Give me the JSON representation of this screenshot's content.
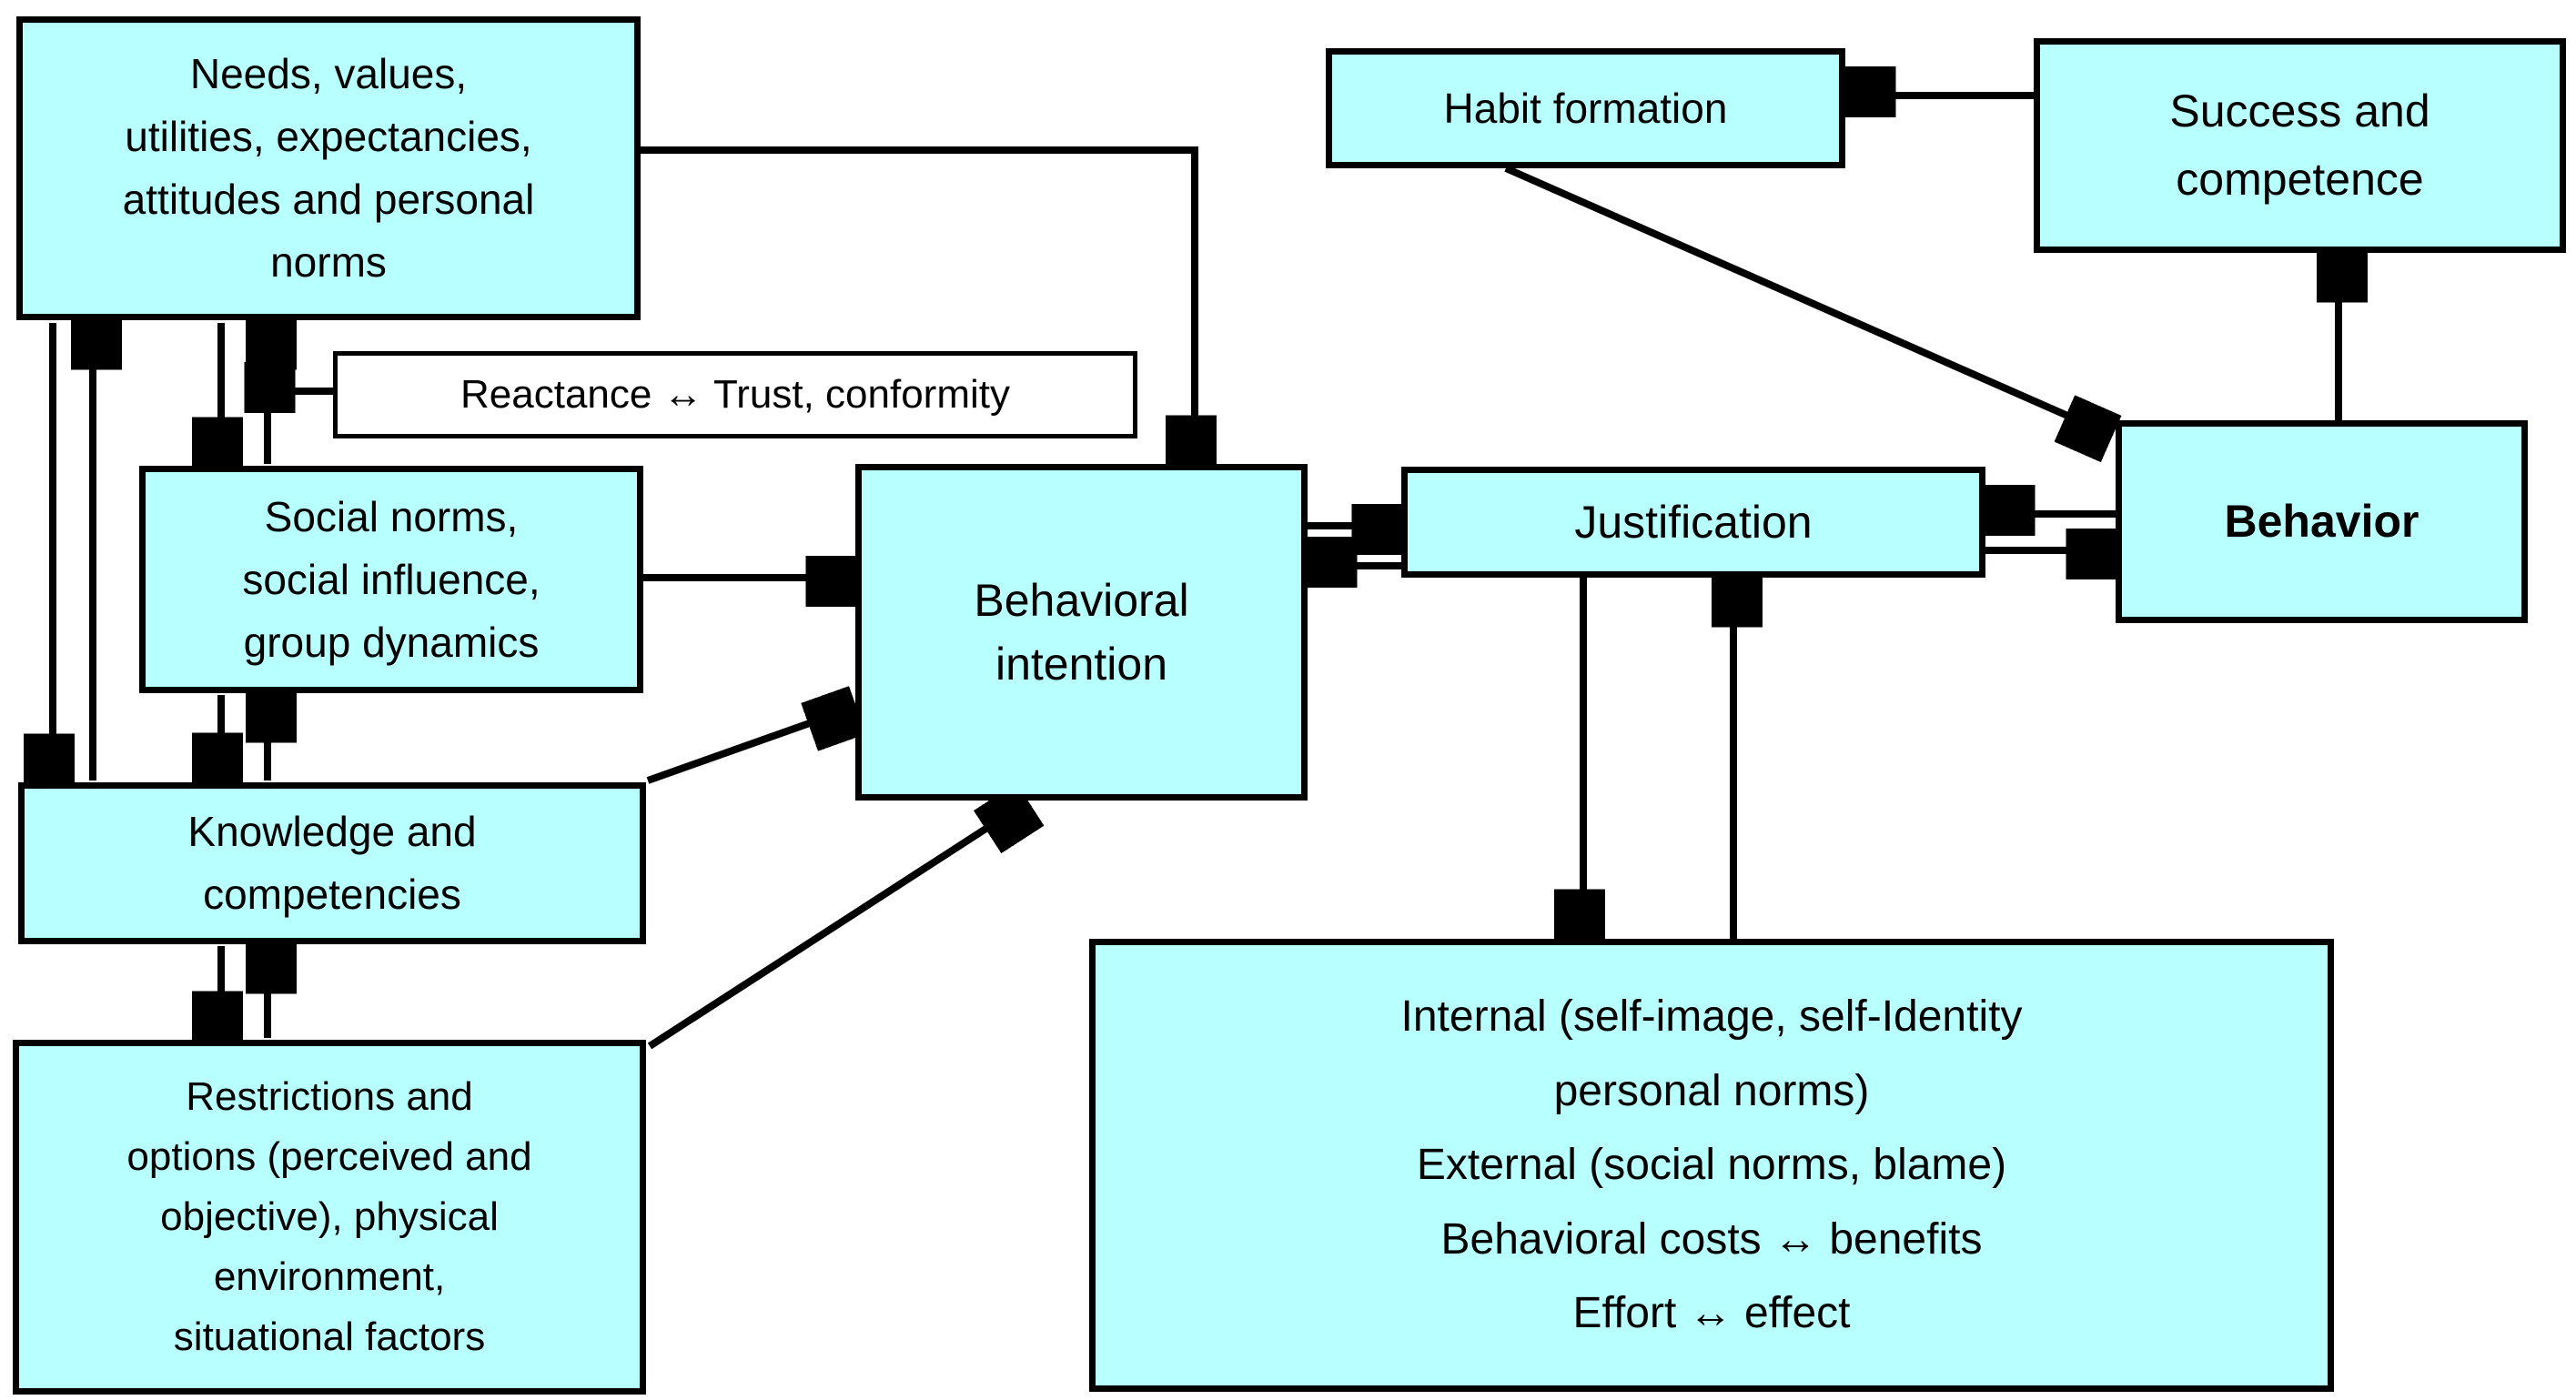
{
  "nodes": {
    "needs": {
      "label": "Needs, values,\nutilities, expectancies,\nattitudes and personal\nnorms"
    },
    "reactance": {
      "label": "Reactance ↔ Trust, conformity"
    },
    "social_norms": {
      "label": "Social norms,\nsocial influence,\ngroup dynamics"
    },
    "knowledge": {
      "label": "Knowledge and\ncompetencies"
    },
    "restrictions": {
      "label": "Restrictions and\noptions (perceived and\nobjective), physical\nenvironment,\nsituational factors"
    },
    "behavioral_intention": {
      "label": "Behavioral\nintention"
    },
    "habit_formation": {
      "label": "Habit formation"
    },
    "success_competence": {
      "label": "Success and\ncompetence"
    },
    "behavior": {
      "label": "Behavior"
    },
    "justification": {
      "label": "Justification"
    },
    "justification_factors": {
      "label": "Internal (self-image, self-Identity\npersonal norms)\nExternal (social norms, blame)\nBehavioral costs ↔ benefits\nEffort ↔ effect"
    }
  },
  "colors": {
    "node_fill": "#B8FFFF",
    "node_border": "#000000",
    "reactance_fill": "#FFFFFF",
    "arrow": "#000000",
    "background": "#FFFFFF"
  }
}
